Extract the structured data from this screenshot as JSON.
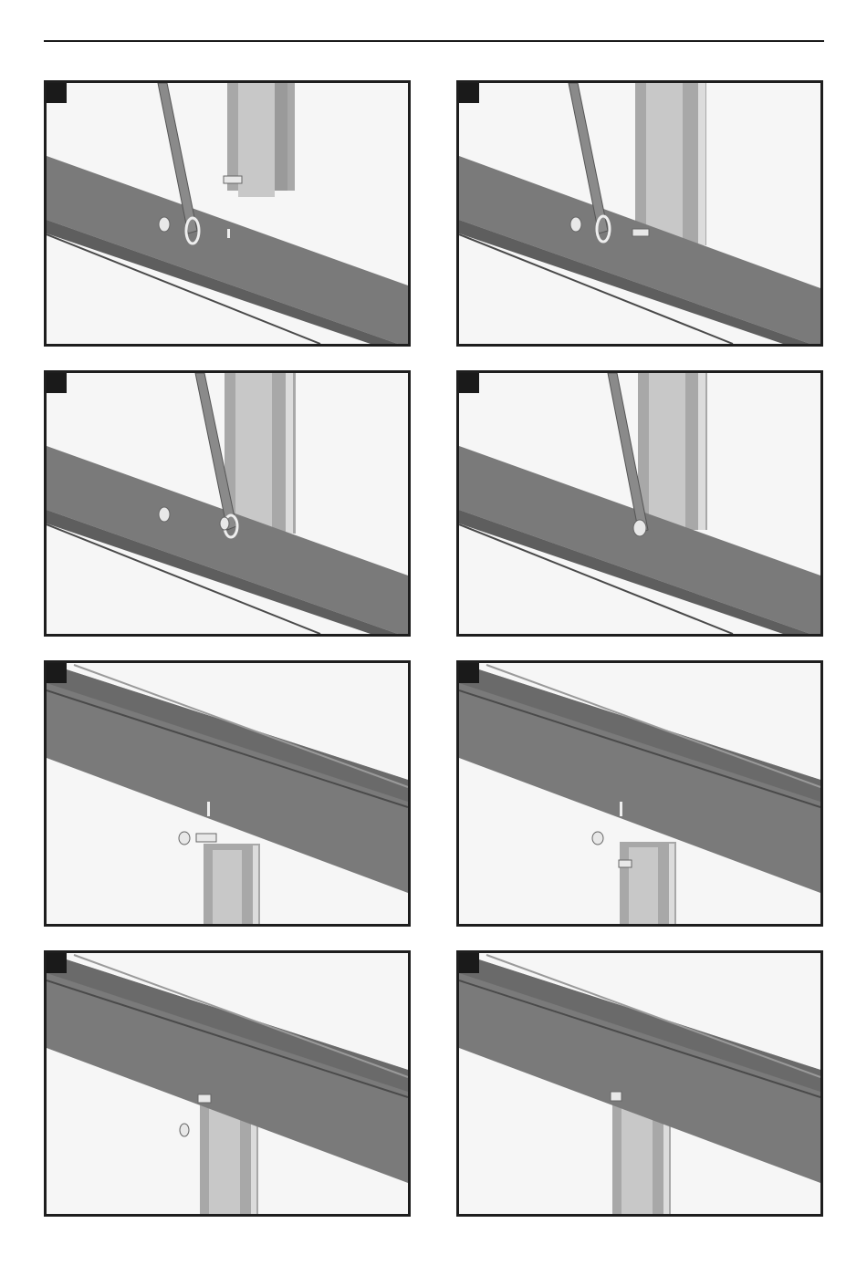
{
  "page": {
    "header_rule": "horizontal-rule"
  },
  "colors": {
    "beam": "#7a7a7a",
    "beam_dark": "#5e5e5e",
    "profile": "#bdbdbd",
    "profile_dark": "#8c8c8c",
    "background": "#f4f4f4",
    "frame": "#1e1e1e"
  },
  "panels": [
    {
      "marker": "",
      "scene": "brace-bolt-before-upright"
    },
    {
      "marker": "",
      "scene": "brace-bolt-upright-placed"
    },
    {
      "marker": "",
      "scene": "brace-over-upright-bolt"
    },
    {
      "marker": "",
      "scene": "brace-fixed-with-nut"
    },
    {
      "marker": "",
      "scene": "upper-beam-bolt-and-nut"
    },
    {
      "marker": "",
      "scene": "upper-beam-bolt-inserted"
    },
    {
      "marker": "",
      "scene": "upper-beam-upright-raised"
    },
    {
      "marker": "",
      "scene": "upper-beam-upright-fixed"
    }
  ]
}
